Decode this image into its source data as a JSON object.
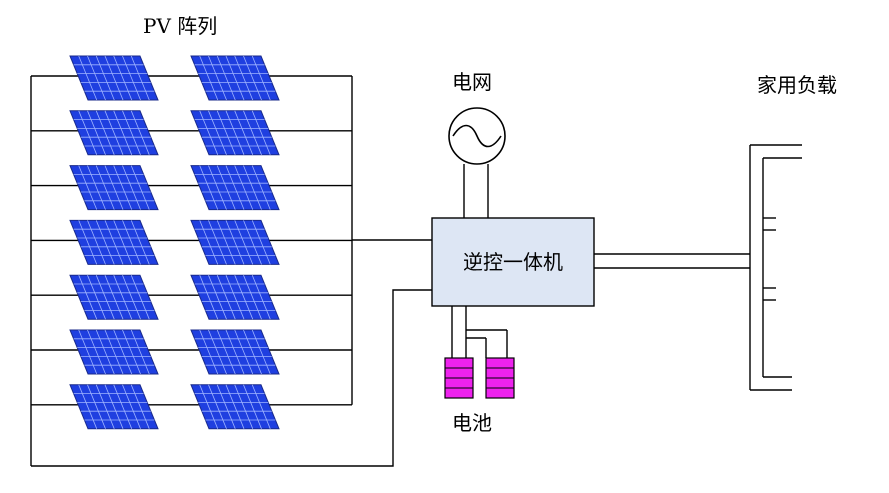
{
  "labels": {
    "pv_array": "PV 阵列",
    "grid": "电网",
    "household_load": "家用负载",
    "inverter": "逆控一体机",
    "battery": "电池"
  },
  "colors": {
    "panel_fill": "#1f3fe0",
    "panel_grid": "#9fb4ff",
    "inverter_fill": "#dde6f4",
    "battery_fill": "#ee22ee",
    "line": "#000000"
  },
  "components": {
    "pv_rows": 7,
    "pv_panels_per_row": 2,
    "batteries": 2
  }
}
